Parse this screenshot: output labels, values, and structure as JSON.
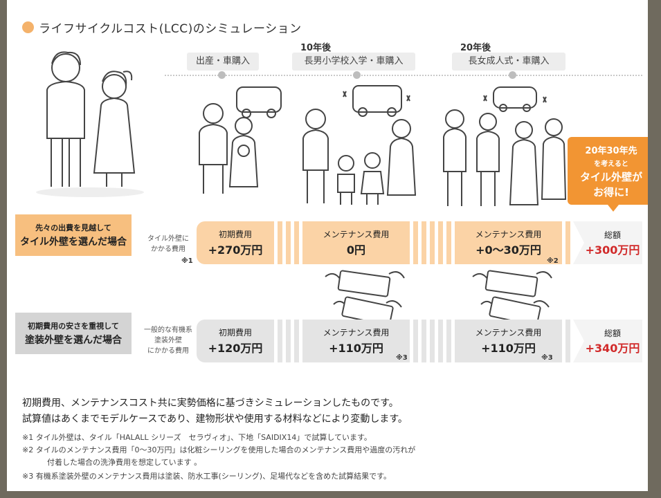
{
  "title": "ライフサイクルコスト(LCC)のシミュレーション",
  "timeline": {
    "events": [
      {
        "year": "",
        "label": "出産・車購入"
      },
      {
        "year": "10年後",
        "label": "長男小学校入学・車購入"
      },
      {
        "year": "20年後",
        "label": "長女成人式・車購入"
      }
    ]
  },
  "callout": {
    "line1": "20年30年先",
    "line2": "を考えると",
    "line3": "タイル外壁が",
    "line4": "お得に!"
  },
  "tile_row": {
    "label_line1": "先々の出費を見越して",
    "label_line2": "タイル外壁を選んだ場合",
    "sub_label_line1": "タイル外壁に",
    "sub_label_line2": "かかる費用",
    "sub_note": "※1",
    "initial": {
      "label": "初期費用",
      "value": "+270万円"
    },
    "maint1": {
      "label": "メンテナンス費用",
      "value": "0円"
    },
    "maint2": {
      "label": "メンテナンス費用",
      "value": "+0〜30万円",
      "note": "※2"
    },
    "total": {
      "label": "総額",
      "value": "+300万円"
    }
  },
  "paint_row": {
    "label_line1": "初期費用の安さを重視して",
    "label_line2": "塗装外壁を選んだ場合",
    "sub_label_line1": "一般的な有機系",
    "sub_label_line2": "塗装外壁",
    "sub_label_line3": "にかかる費用",
    "initial": {
      "label": "初期費用",
      "value": "+120万円"
    },
    "maint1": {
      "label": "メンテナンス費用",
      "value": "+110万円",
      "note": "※3"
    },
    "maint2": {
      "label": "メンテナンス費用",
      "value": "+110万円",
      "note": "※3"
    },
    "total": {
      "label": "総額",
      "value": "+340万円"
    }
  },
  "body": {
    "line1": "初期費用、メンテナンスコスト共に実勢価格に基づきシミュレーションしたものです。",
    "line2": "試算値はあくまでモデルケースであり、建物形状や使用する材料などにより変動します。"
  },
  "footnotes": {
    "n1": "※1  タイル外壁は、タイル「HALALL シリーズ　セラヴィオ」、下地「SAIDIX14」で試算しています。",
    "n2a": "※2  タイルのメンテナンス費用「0～30万円」は化粧シーリングを使用した場合のメンテナンス費用や過度の汚れが",
    "n2b": "付着した場合の洗浄費用を想定しています 。",
    "n3": "※3  有機系塗装外壁のメンテナンス費用は塗装、防水工事(シーリング)、足場代などを含めた試算結果です。"
  },
  "colors": {
    "accent": "#f29533",
    "tile_label": "#f7bf7f",
    "tile_seg": "#fbd3a6",
    "paint_label": "#d4d4d4",
    "paint_seg": "#e4e4e4",
    "total_red": "#d12a2a"
  }
}
